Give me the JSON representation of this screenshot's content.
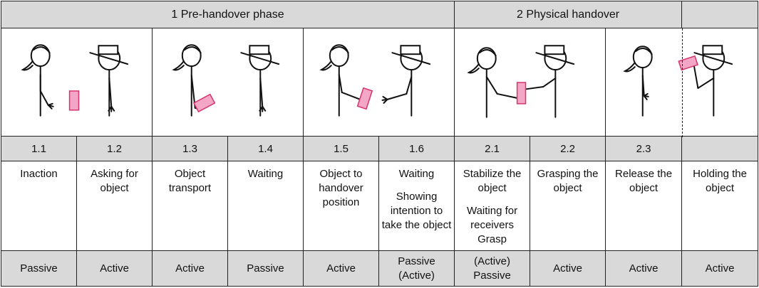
{
  "phases": [
    {
      "label": "1 Pre-handover phase"
    },
    {
      "label": "2 Physical handover"
    },
    {
      "label": ""
    }
  ],
  "steps": [
    {
      "id": "1.1",
      "desc": "Inaction",
      "desc2": "",
      "role": "Passive"
    },
    {
      "id": "1.2",
      "desc": "Asking for object",
      "desc2": "",
      "role": "Active"
    },
    {
      "id": "1.3",
      "desc": "Object transport",
      "desc2": "",
      "role": "Active"
    },
    {
      "id": "1.4",
      "desc": "Waiting",
      "desc2": "",
      "role": "Passive"
    },
    {
      "id": "1.5",
      "desc": "Object to handover position",
      "desc2": "",
      "role": "Active"
    },
    {
      "id": "1.6",
      "desc": "Waiting",
      "desc2": "Showing intention to take the object",
      "role": "Passive (Active)"
    },
    {
      "id": "2.1",
      "desc": "Stabilize the object",
      "desc2": "Waiting for receivers Grasp",
      "role": "(Active) Passive"
    },
    {
      "id": "2.2",
      "desc": "Grasping the object",
      "desc2": "",
      "role": "Active"
    },
    {
      "id": "2.3",
      "desc": "Release the object",
      "desc2": "",
      "role": "Active"
    },
    {
      "id": "",
      "desc": "Holding the object",
      "desc2": "",
      "role": "Active"
    }
  ],
  "colors": {
    "object": "#f4a6c6",
    "object_stroke": "#d6336c",
    "header_bg": "#d9d9d9"
  }
}
